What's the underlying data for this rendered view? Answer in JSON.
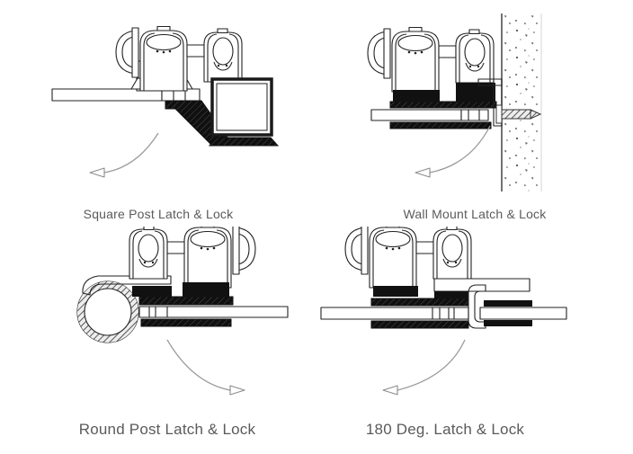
{
  "page": {
    "background": "#ffffff"
  },
  "figures": [
    {
      "id": "square-post",
      "label": "Square Post Latch & Lock",
      "swing_arrow_direction": "left"
    },
    {
      "id": "wall-mount",
      "label": "Wall Mount Latch & Lock",
      "swing_arrow_direction": "left"
    },
    {
      "id": "round-post",
      "label": "Round Post Latch & Lock",
      "swing_arrow_direction": "right"
    },
    {
      "id": "deg-180",
      "label": "180 Deg. Latch & Lock",
      "swing_arrow_direction": "left"
    }
  ],
  "colors": {
    "line": "#222222",
    "label_text": "#5a5a5a",
    "arrow": "#9b9b9b",
    "dark_fill": "#111111"
  }
}
